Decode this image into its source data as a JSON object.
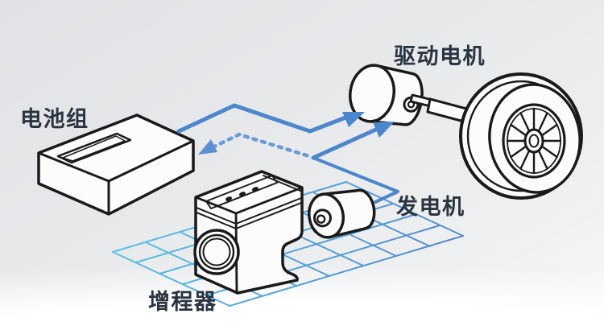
{
  "diagram": {
    "type": "range-extender-ev-powertrain-schematic",
    "labels": {
      "battery": "电池组",
      "drive_motor": "驱动电机",
      "generator": "发电机",
      "range_extender": "增程器"
    },
    "flows": [
      {
        "from": "电池组",
        "to": "驱动电机",
        "style": "solid-arrow"
      },
      {
        "from": "发电机",
        "to": "驱动电机",
        "style": "solid-arrow"
      },
      {
        "from": "发电机",
        "to": "电池组",
        "style": "dotted-arrow"
      }
    ],
    "colors": {
      "arrow": "#4c86cc",
      "arrow_dotted": "#6b9ad8",
      "arrow_dotted_head": "#5b8fd2",
      "grid_light": "#52c3e3",
      "grid_dark": "#4e86cd",
      "outline": "#1a1a1a",
      "label": "#2b3442",
      "background": "#e9eaec"
    }
  }
}
